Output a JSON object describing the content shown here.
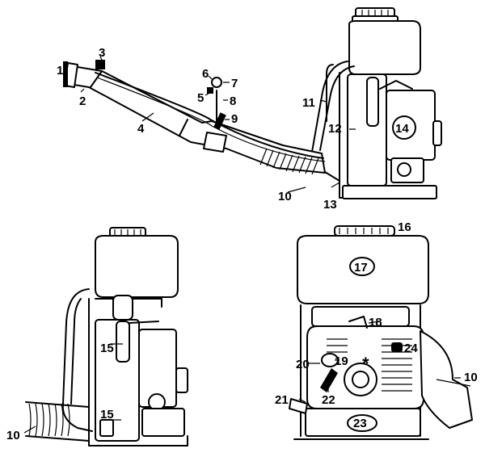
{
  "diagram": {
    "callouts": {
      "c1": "1",
      "c2": "2",
      "c3": "3",
      "c4": "4",
      "c5": "5",
      "c6": "6",
      "c7": "7",
      "c8": "8",
      "c9": "9",
      "c10a": "10",
      "c10b": "10",
      "c10c": "10",
      "c11": "11",
      "c12": "12",
      "c13": "13",
      "c14": "14",
      "c15a": "15",
      "c15b": "15",
      "c16": "16",
      "c17": "17",
      "c18": "18",
      "c19": "19",
      "c20": "20",
      "c21": "21",
      "c22": "22",
      "c23": "23",
      "c24": "24",
      "star": "*"
    }
  }
}
